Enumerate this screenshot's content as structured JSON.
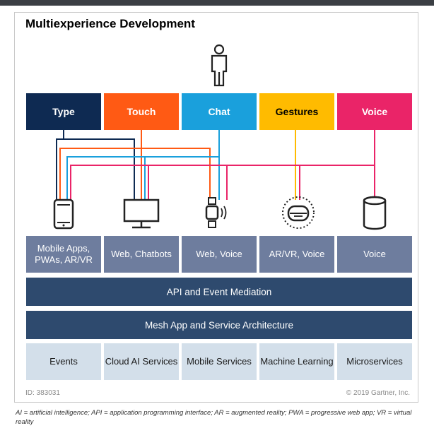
{
  "title": "Multiexperience Development",
  "modes": [
    {
      "label": "Type",
      "color": "#0e2a52",
      "text_color": "#ffffff"
    },
    {
      "label": "Touch",
      "color": "#ff5a14",
      "text_color": "#ffffff"
    },
    {
      "label": "Chat",
      "color": "#1aa0dc",
      "text_color": "#ffffff"
    },
    {
      "label": "Gestures",
      "color": "#ffbb00",
      "text_color": "#000000"
    },
    {
      "label": "Voice",
      "color": "#ea2468",
      "text_color": "#ffffff"
    }
  ],
  "devices": [
    "mobile-phone-icon",
    "monitor-icon",
    "smartwatch-icon",
    "vr-headset-icon",
    "smart-speaker-icon"
  ],
  "channels": [
    "Mobile Apps, PWAs, AR/VR",
    "Web, Chatbots",
    "Web, Voice",
    "AR/VR, Voice",
    "Voice"
  ],
  "layers": {
    "mediation": "API and Event Mediation",
    "architecture": "Mesh App and Service Architecture"
  },
  "services": [
    "Events",
    "Cloud AI Services",
    "Mobile Services",
    "Machine Learning",
    "Microservices"
  ],
  "id_text": "ID: 383031",
  "copyright": "© 2019 Gartner, Inc.",
  "footnote": "AI = artificial intelligence; API = application programming interface; AR = augmented reality; PWA = progressive web app; VR = virtual reality"
}
